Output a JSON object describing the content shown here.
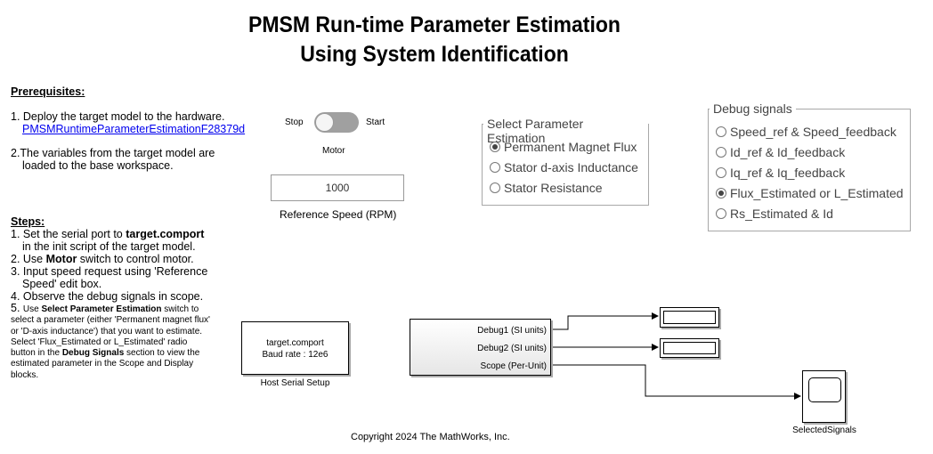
{
  "title_line1": "PMSM Run-time Parameter Estimation",
  "title_line2": "Using System Identification",
  "prerequisites": {
    "heading": "Prerequisites:",
    "item1": "1. Deploy the target model to the hardware.",
    "link": "PMSMRuntimeParameterEstimationF28379d",
    "item2a": "2.The variables from the target model are",
    "item2b": "loaded to the base workspace."
  },
  "steps": {
    "heading": "Steps:",
    "s1a": "1. Set the serial port to ",
    "s1b": "target.comport",
    "s1c": "in the init script of the target model.",
    "s2a": "2. Use ",
    "s2b": "Motor",
    "s2c": " switch to control motor.",
    "s3a": "3. Input speed request using 'Reference",
    "s3b": "Speed' edit box.",
    "s4": "4. Observe the debug signals in scope.",
    "s5num": "5. ",
    "s5a": "Use ",
    "s5b": "Select Parameter Estimation",
    "s5c": " switch to select a parameter (either 'Permanent magnet flux' or 'D-axis inductance') that you want to estimate.",
    "s5d": "Select 'Flux_Estimated or L_Estimated' radio button in the ",
    "s5e": "Debug Signals",
    "s5f": " section to view the estimated parameter in the Scope and Display blocks."
  },
  "motor": {
    "off_label": "Stop",
    "on_label": "Start",
    "label": "Motor",
    "state": "off"
  },
  "speed": {
    "value": "1000",
    "label": "Reference Speed (RPM)"
  },
  "param_group": {
    "title": "Select Parameter Estimation",
    "options": [
      "Permanent  Magnet Flux",
      "Stator d-axis Inductance",
      "Stator Resistance"
    ],
    "selected": 0
  },
  "debug_group": {
    "title": "Debug signals",
    "options": [
      "Speed_ref & Speed_feedback",
      "Id_ref & Id_feedback",
      "Iq_ref & Iq_feedback",
      "Flux_Estimated or L_Estimated",
      "Rs_Estimated & Id"
    ],
    "selected": 3
  },
  "serial_block": {
    "line1": "target.comport",
    "line2": "Baud rate : 12e6",
    "caption": "Host Serial Setup"
  },
  "subsystem": {
    "ports": [
      "Debug1 (SI units)",
      "Debug2 (SI units)",
      "Scope (Per-Unit)"
    ]
  },
  "scope": {
    "caption": "SelectedSignals"
  },
  "copyright": "Copyright 2024 The MathWorks, Inc."
}
